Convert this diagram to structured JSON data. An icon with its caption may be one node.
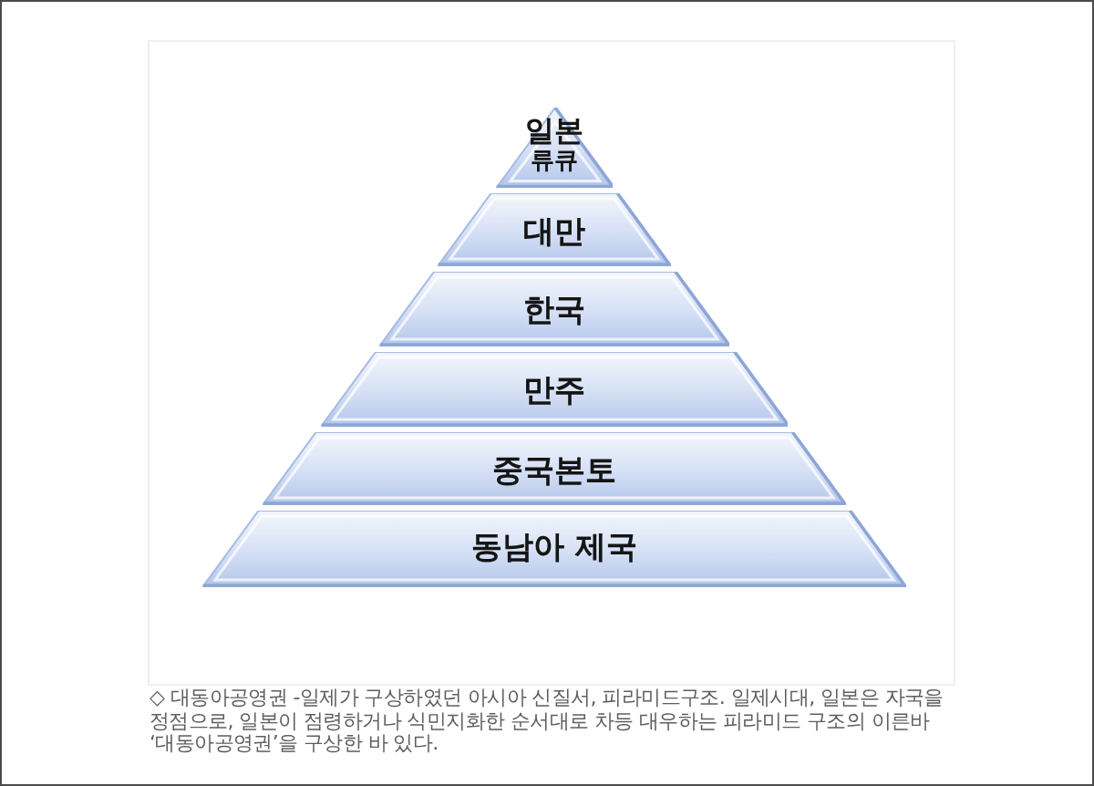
{
  "diagram": {
    "caption": "◇ 대동아공영권 -일제가 구상하였던 아시아 신질서, 피라미드구조. 일제시대, 일본은 자국을 정점으로, 일본이 점령하거나 식민지화한 순서대로 차등 대우하는 피라미드 구조의 이른바 ‘대동아공영권’을 구상한 바 있다.",
    "nodes": [
      {
        "text": [
          "일본",
          "류큐"
        ]
      },
      {
        "text": [
          "대만"
        ]
      },
      {
        "text": [
          "한국"
        ]
      },
      {
        "text": [
          "만주"
        ]
      },
      {
        "text": [
          "중국본토"
        ]
      },
      {
        "text": [
          "동남아 제국"
        ]
      }
    ]
  }
}
